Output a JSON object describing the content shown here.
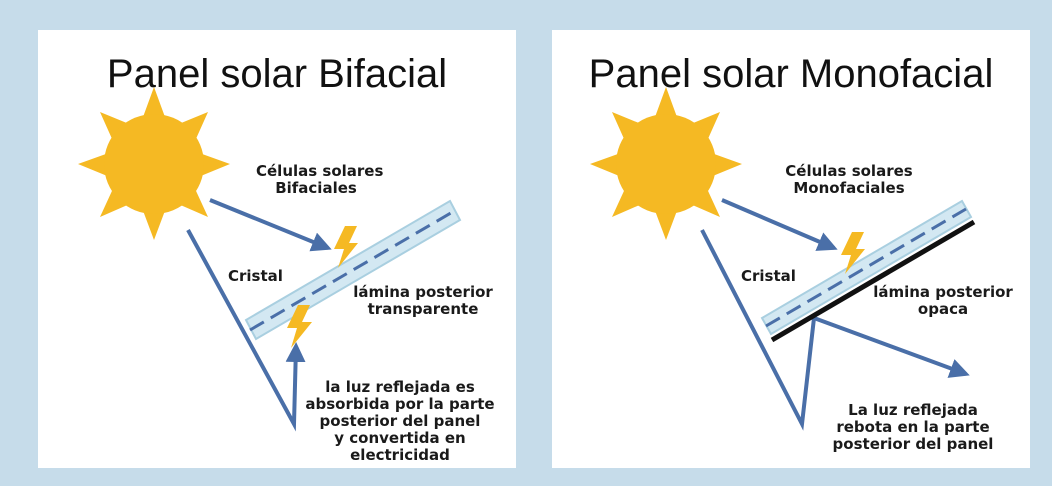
{
  "left_panel": {
    "title": "Panel solar Bifacial",
    "cells_line1": "Células solares",
    "cells_line2": "Bifaciales",
    "glass_label": "Cristal",
    "back_line1": "lámina posterior",
    "back_line2": "transparente",
    "reflect_line1": "la luz reflejada es",
    "reflect_line2": "absorbida por la parte",
    "reflect_line3": "posterior del panel",
    "reflect_line4": "y convertida en",
    "reflect_line5": "electricidad"
  },
  "right_panel": {
    "title": "Panel solar Monofacial",
    "cells_line1": "Células solares",
    "cells_line2": "Monofaciales",
    "glass_label": "Cristal",
    "back_line1": "lámina posterior",
    "back_line2": "opaca",
    "reflect_line1": "La luz reflejada",
    "reflect_line2": "rebota en la parte",
    "reflect_line3": "posterior del panel"
  },
  "colors": {
    "background": "#c6dcea",
    "sun": "#f5b923",
    "arrow": "#4a6fa8",
    "panel_glass": "#d3e8f2",
    "dash_line": "#4a6fa8",
    "opaque_back": "#111111",
    "bolt": "#f5b923"
  }
}
